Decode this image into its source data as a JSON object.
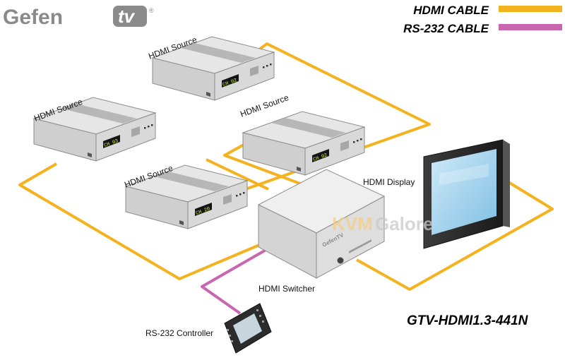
{
  "logo": {
    "text": "Gefen",
    "tv_mark": "tv",
    "registered": "®"
  },
  "legend": [
    {
      "label": "HDMI CABLE",
      "color": "#f5b21f"
    },
    {
      "label": "RS-232 CABLE",
      "color": "#c966b0"
    }
  ],
  "colors": {
    "hdmi_cable": "#f5b21f",
    "rs232_cable": "#c966b0",
    "device_body": "#dcdcdc",
    "lcd": "#c8f030"
  },
  "devices": {
    "sources": [
      {
        "label": "HDMI Source",
        "lcd": "CH 03"
      },
      {
        "label": "HDMI Source",
        "lcd": "CH 02"
      },
      {
        "label": "HDMI Source",
        "lcd": "CH 20"
      },
      {
        "label": "HDMI Source",
        "lcd": "CH 02"
      }
    ],
    "display": {
      "label": "HDMI Display"
    },
    "switcher": {
      "label": "HDMI Switcher",
      "brand": "GefenTV"
    },
    "controller": {
      "label": "RS-232 Controller"
    }
  },
  "watermark": {
    "part1": "KVM",
    "part2": "Galore"
  },
  "model_number": "GTV-HDMI1.3-441N"
}
